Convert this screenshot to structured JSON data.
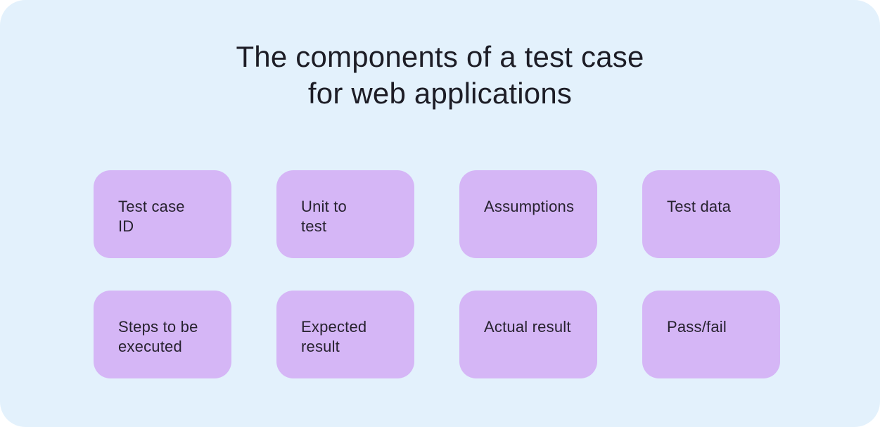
{
  "diagram": {
    "title": "The components of a test case\nfor web applications"
  },
  "colors": {
    "canvas_background": "#e3f1fc",
    "card_background": "#d5b6f6",
    "title_text": "#1d1d26",
    "card_text": "#27222f"
  },
  "cards": [
    {
      "label": "Test case\nID"
    },
    {
      "label": "Unit to\ntest"
    },
    {
      "label": "Assumptions"
    },
    {
      "label": "Test data"
    },
    {
      "label": "Steps to be\nexecuted"
    },
    {
      "label": "Expected\nresult"
    },
    {
      "label": "Actual result"
    },
    {
      "label": "Pass/fail"
    }
  ]
}
